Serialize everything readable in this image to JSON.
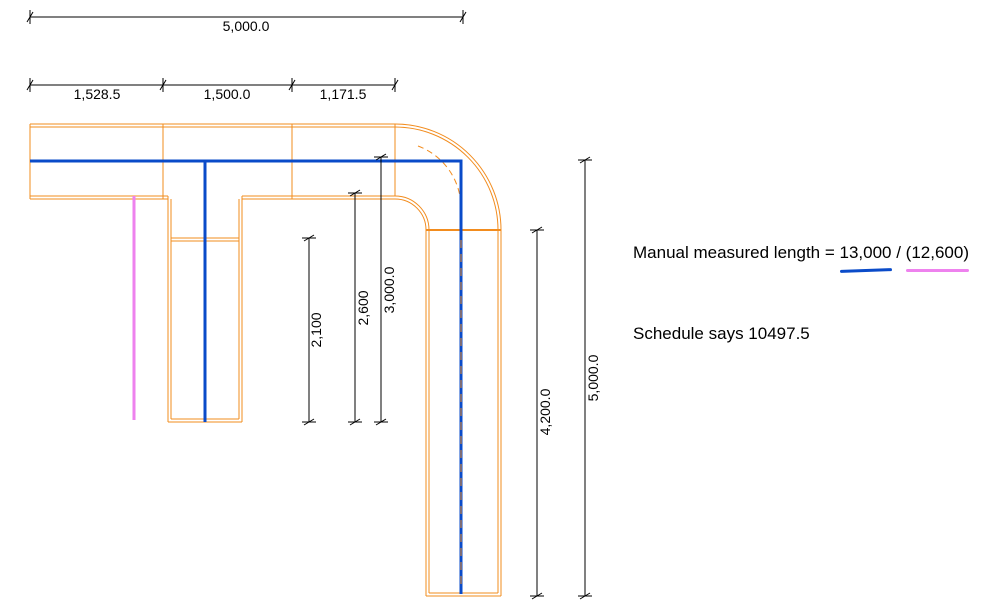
{
  "colors": {
    "duct_outline": "#f28c1e",
    "centerline_manual": "#0a4bc9",
    "centerline_alt": "#ee82ee",
    "dimension": "#000000"
  },
  "dimensions": {
    "top_overall": "5,000.0",
    "top_seg_1": "1,528.5",
    "top_seg_2": "1,500.0",
    "top_seg_3": "1,171.5",
    "v_2100": "2,100",
    "v_2600": "2,600",
    "v_3000": "3,000.0",
    "v_4200": "4,200.0",
    "v_5000": "5,000.0"
  },
  "notes": {
    "manual_prefix": "Manual measured length = ",
    "manual_value": "13,000",
    "separator": " / ",
    "alt_value": "(12,600)",
    "schedule": "Schedule says 10497.5"
  }
}
